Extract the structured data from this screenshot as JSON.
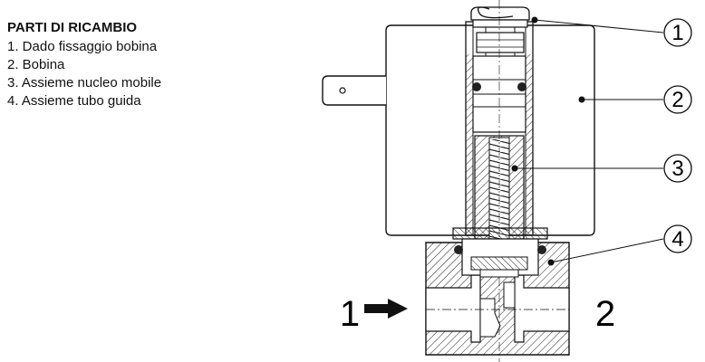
{
  "legend": {
    "title": "PARTI DI RICAMBIO",
    "items": [
      "1. Dado fissaggio bobina",
      "2. Bobina",
      "3. Assieme nucleo mobile",
      "4. Assieme tubo guida"
    ]
  },
  "callouts": [
    "1",
    "2",
    "3",
    "4"
  ],
  "ports": {
    "inlet": "1",
    "outlet": "2"
  },
  "colors": {
    "line": "#111111",
    "hatch": "#222222",
    "background": "#ffffff"
  }
}
